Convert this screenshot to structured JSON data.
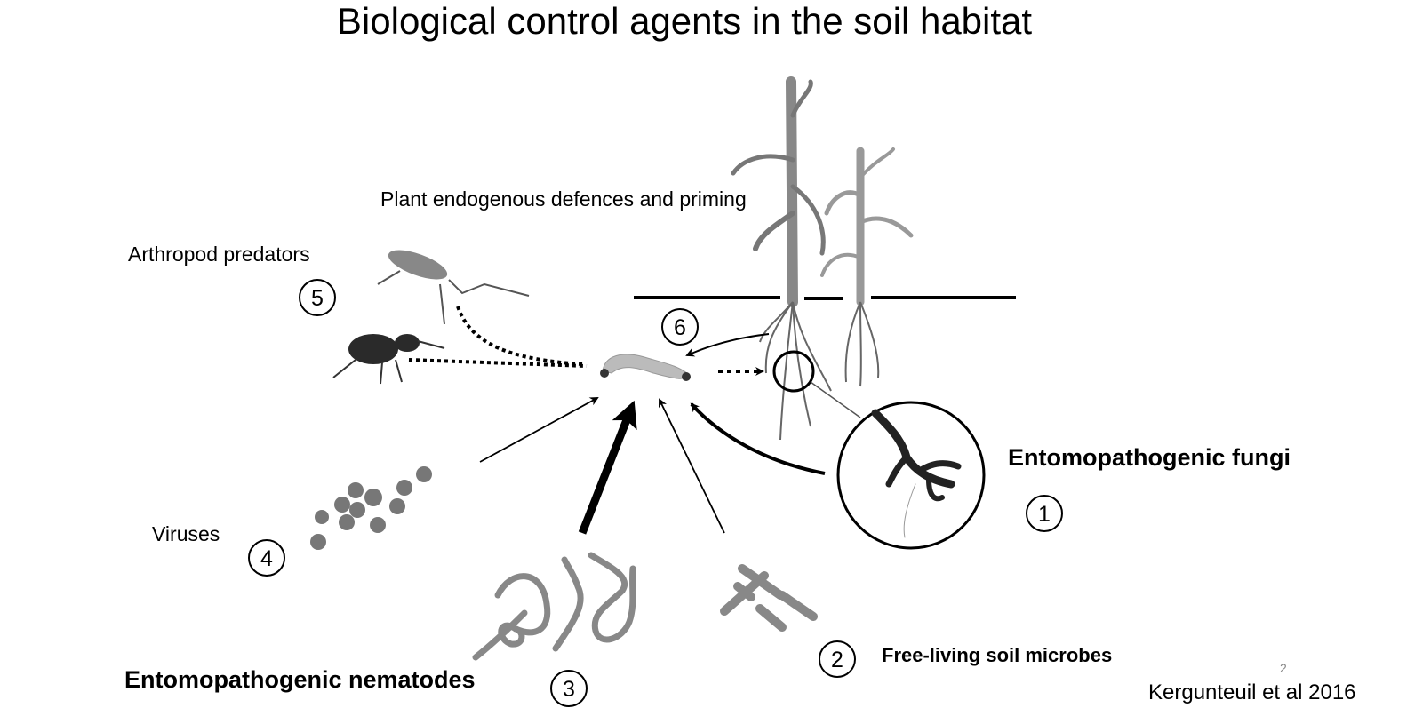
{
  "title": "Biological control agents in the soil habitat",
  "labels": {
    "plant_defences": "Plant endogenous defences and priming",
    "arthropod_predators": "Arthropod predators",
    "viruses": "Viruses",
    "fungi": "Entomopathogenic fungi",
    "microbes": "Free-living soil microbes",
    "nematodes": "Entomopathogenic nematodes"
  },
  "numbers": [
    "1",
    "2",
    "3",
    "4",
    "5",
    "6"
  ],
  "citation": "Kergunteuil et al 2016",
  "page_number": "2"
}
